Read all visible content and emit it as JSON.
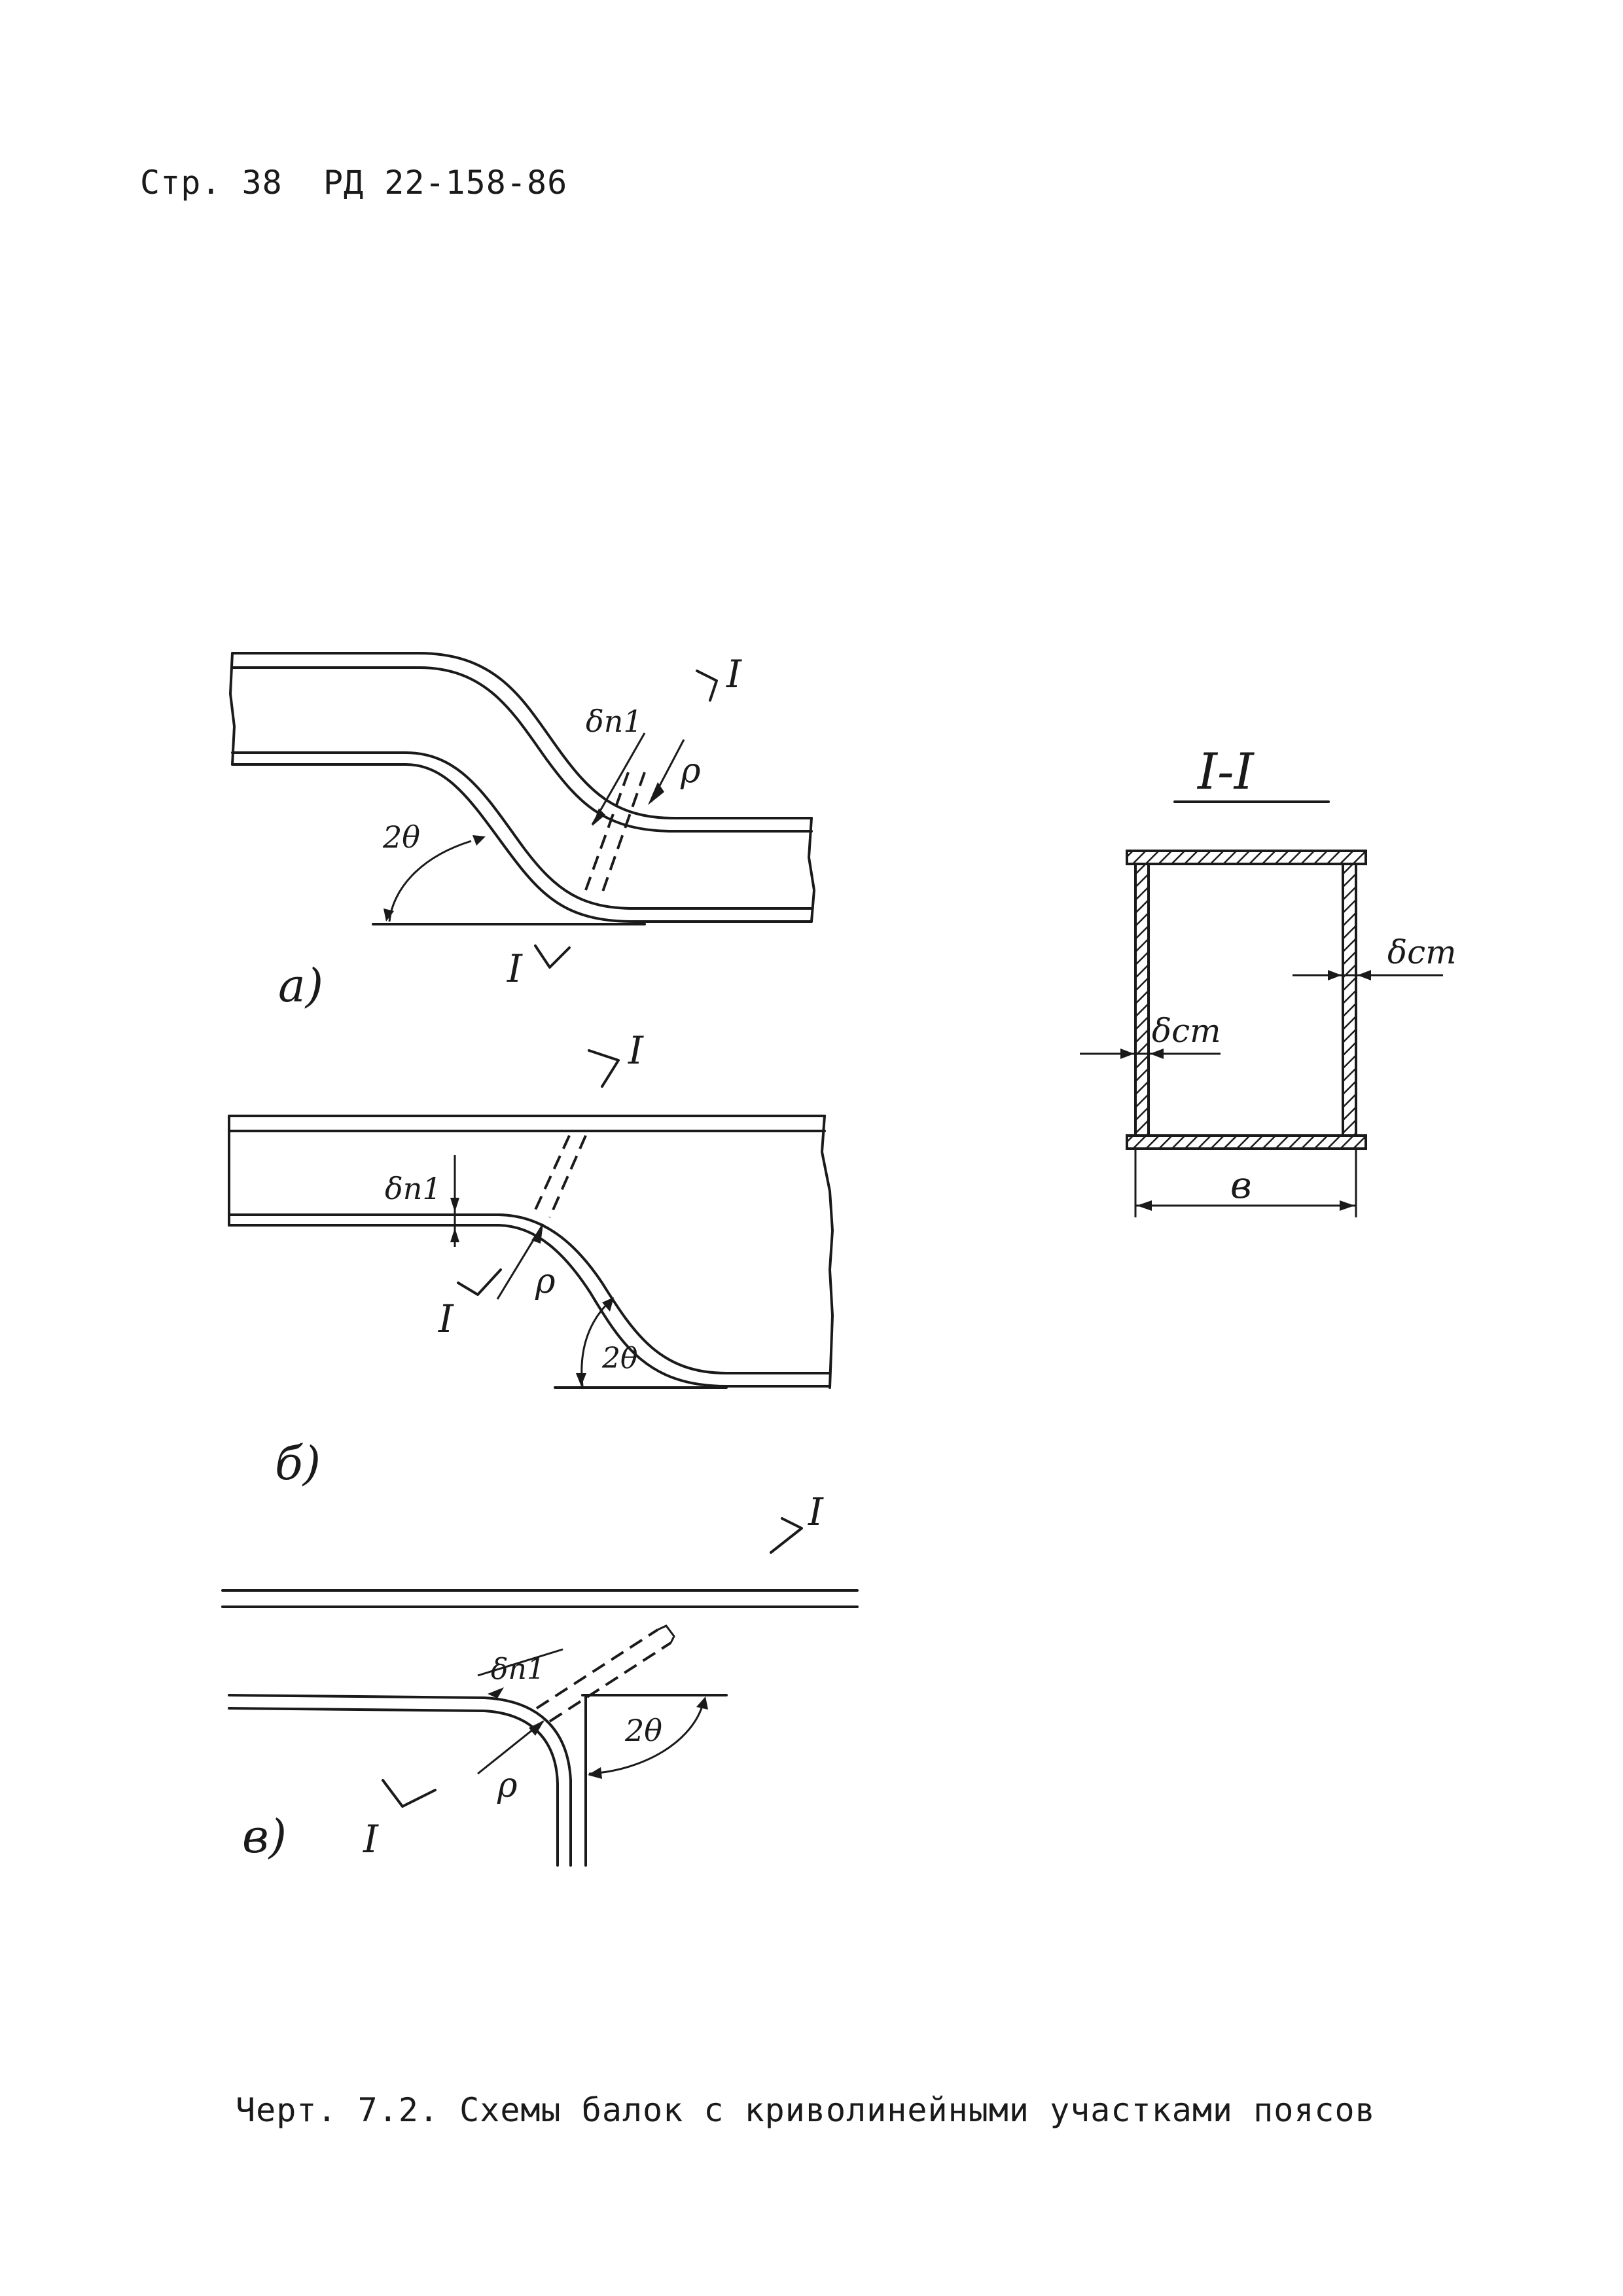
{
  "header": {
    "page_label": "Стр. 38",
    "document_code": "РД 22-158-86"
  },
  "figure_a": {
    "label": "а)",
    "section_mark_top": "I",
    "section_mark_bottom": "I",
    "flange_thickness": "δп1",
    "radius": "ρ",
    "angle": "2θ"
  },
  "figure_b": {
    "label": "б)",
    "section_mark_top": "I",
    "section_mark_bottom": "I",
    "flange_thickness": "δп1",
    "radius": "ρ",
    "angle": "2θ"
  },
  "figure_v": {
    "label": "в)",
    "section_mark_top": "I",
    "section_mark_bottom": "I",
    "flange_thickness": "δп1",
    "radius": "ρ",
    "angle": "2θ"
  },
  "section": {
    "title": "I-I",
    "web_thickness_left": "δст",
    "web_thickness_right": "δст",
    "width": "в"
  },
  "caption": {
    "text": "Черт. 7.2. Схемы балок с криволинейными участками поясов"
  }
}
